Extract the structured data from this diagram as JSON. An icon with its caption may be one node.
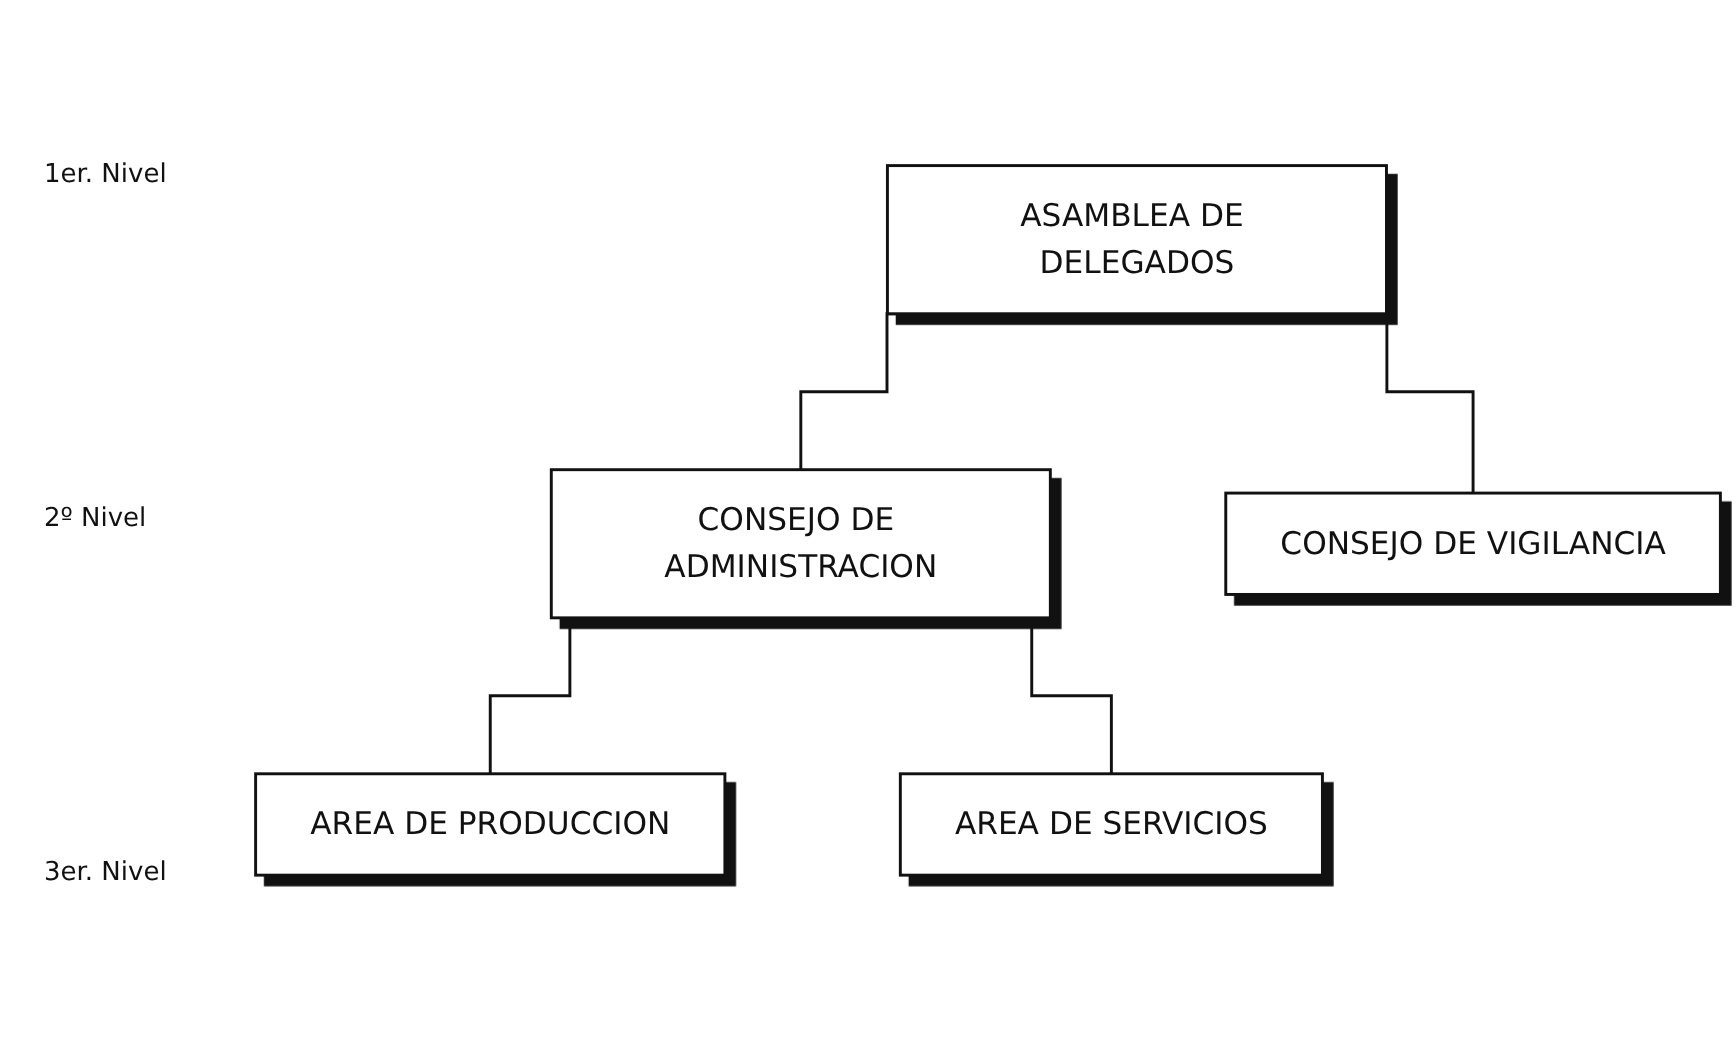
{
  "diagram": {
    "nodes": [
      {
        "text": [
          "ASAMBLEA DE DELEGADOS"
        ]
      },
      {
        "text": [
          "CONSEJO DE ADMINISTRACION"
        ]
      },
      {
        "text": [
          "CONSEJO DE VIGILANCIA"
        ]
      },
      {
        "text": [
          "AREA DE PRODUCCION"
        ]
      },
      {
        "text": [
          "AREA DE SERVICIOS"
        ]
      }
    ],
    "edges": [
      {
        "from": 0,
        "to": 1,
        "arrow": "none"
      },
      {
        "from": 0,
        "to": 2,
        "arrow": "none"
      },
      {
        "from": 1,
        "to": 3,
        "arrow": "none"
      },
      {
        "from": 1,
        "to": 4,
        "arrow": "none"
      }
    ],
    "labels": [
      "1er. Nivel",
      "2º Nivel",
      "3er. Nivel"
    ]
  }
}
